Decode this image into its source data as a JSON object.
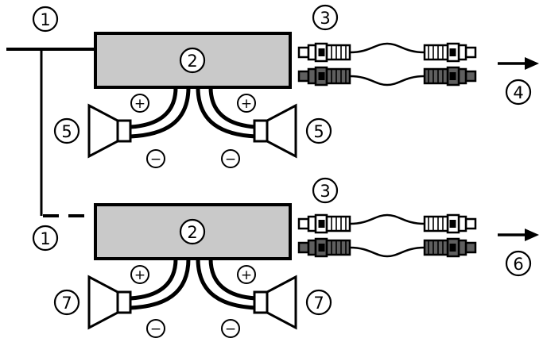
{
  "figure": {
    "colors": {
      "ink": "#000000",
      "unit_fill": "#c9c9c9",
      "plug_light": "#ffffff",
      "plug_dark": "#5f5f5f",
      "paper": "#ffffff"
    },
    "callouts": {
      "c1": "1",
      "c2": "2",
      "c3": "3",
      "c4": "4",
      "c5": "5",
      "c6": "6",
      "c7": "7"
    },
    "polarity": {
      "positive": "+",
      "negative": "−"
    },
    "icons": {
      "rca_plug_light": "rca-plug-white",
      "rca_plug_dark": "rca-plug-gray",
      "speaker": "speaker-cone",
      "arrow": "arrow-right",
      "positive": "circled-plus",
      "negative": "circled-minus"
    }
  }
}
